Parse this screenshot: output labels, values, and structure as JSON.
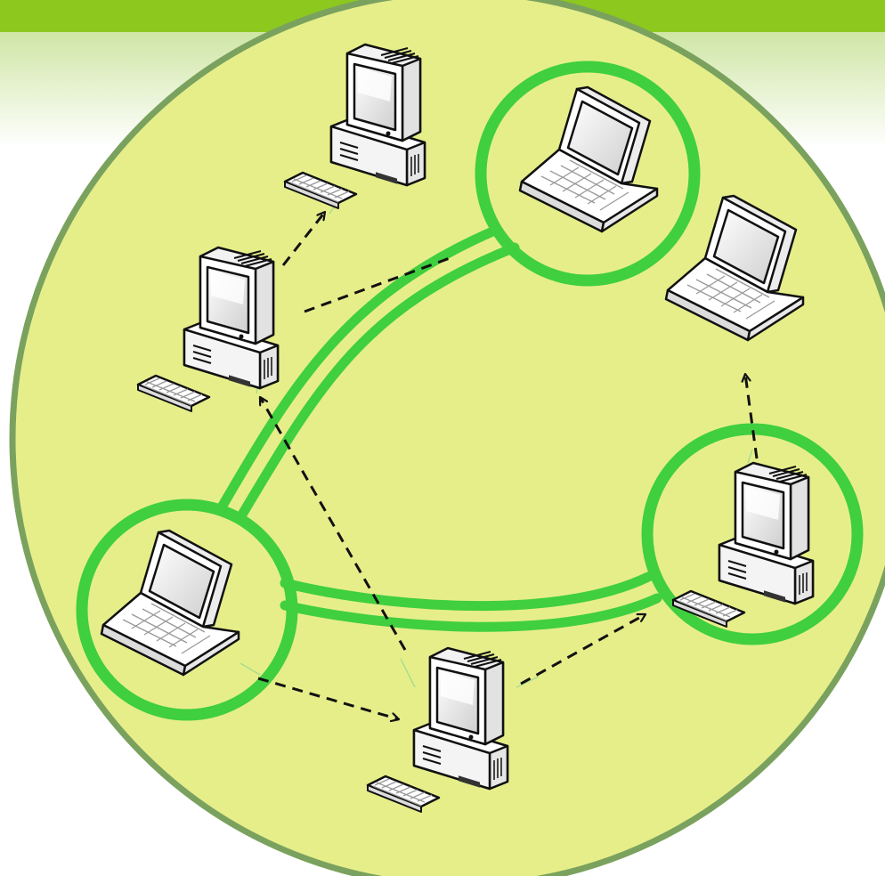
{
  "colors": {
    "top_bar": "#8cc81e",
    "header_fade_top": "#cfe6a5",
    "circle_fill": "#e6ee8a",
    "circle_stroke": "#7aa25e",
    "highlight_ring": "#3fcf3f",
    "link": "#3fcf3f",
    "arrow": "#111111",
    "thin_line": "#a8dd8e",
    "device_fill": "#ffffff",
    "device_outline": "#111111"
  },
  "icons": {
    "desktop": "desktop-computer-icon",
    "laptop": "laptop-computer-icon"
  },
  "nodes": [
    {
      "id": "desktop-top",
      "type": "desktop",
      "highlighted": false
    },
    {
      "id": "laptop-top",
      "type": "laptop",
      "highlighted": true
    },
    {
      "id": "desktop-left",
      "type": "desktop",
      "highlighted": false
    },
    {
      "id": "laptop-right",
      "type": "laptop",
      "highlighted": false
    },
    {
      "id": "laptop-left",
      "type": "laptop",
      "highlighted": true
    },
    {
      "id": "desktop-right",
      "type": "desktop",
      "highlighted": true
    },
    {
      "id": "desktop-bottom",
      "type": "desktop",
      "highlighted": false
    }
  ],
  "direct_links": [
    {
      "from": "laptop-left",
      "to": "laptop-top"
    },
    {
      "from": "laptop-left",
      "to": "desktop-right"
    }
  ],
  "arrows": [
    {
      "from": "desktop-left",
      "to": "desktop-top"
    },
    {
      "from": "desktop-left",
      "to": "laptop-top",
      "arrowhead": false
    },
    {
      "from": "desktop-bottom",
      "to": "desktop-left"
    },
    {
      "from": "laptop-left",
      "to": "desktop-bottom"
    },
    {
      "from": "desktop-bottom",
      "to": "desktop-right"
    },
    {
      "from": "desktop-right",
      "to": "laptop-right"
    }
  ]
}
